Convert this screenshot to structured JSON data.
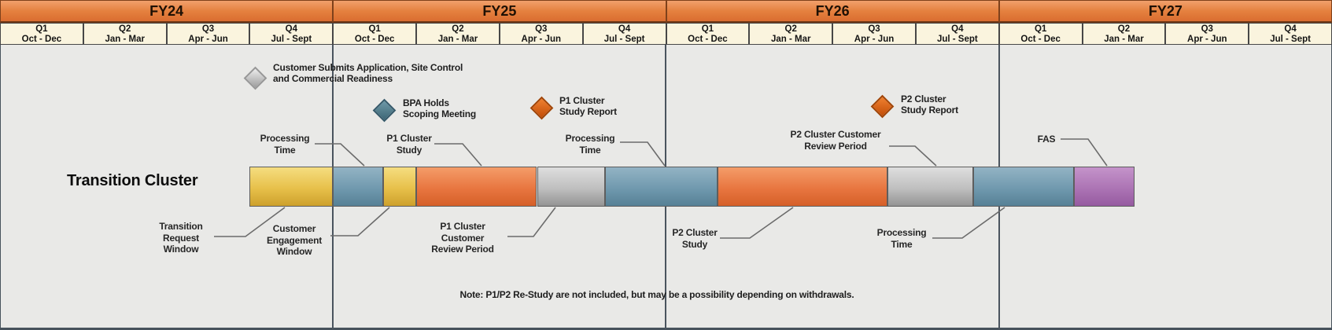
{
  "colors": {
    "header_fill": "#E5813F",
    "quarter_fill": "#FAF4DE",
    "background": "#E9E9E7",
    "divider": "#4A545E",
    "gold_segment": "#E7C04A",
    "blue_segment": "#7099AE",
    "orange_segment": "#E87640",
    "gray_segment": "#BFBFBF",
    "purple_segment": "#AC74B4"
  },
  "header": {
    "fiscal_years": [
      {
        "label": "FY24"
      },
      {
        "label": "FY25"
      },
      {
        "label": "FY26"
      },
      {
        "label": "FY27"
      }
    ],
    "quarters": [
      {
        "q": "Q1",
        "months": "Oct - Dec"
      },
      {
        "q": "Q2",
        "months": "Jan - Mar"
      },
      {
        "q": "Q3",
        "months": "Apr - Jun"
      },
      {
        "q": "Q4",
        "months": "Jul - Sept"
      },
      {
        "q": "Q1",
        "months": "Oct - Dec"
      },
      {
        "q": "Q2",
        "months": "Jan - Mar"
      },
      {
        "q": "Q3",
        "months": "Apr - Jun"
      },
      {
        "q": "Q4",
        "months": "Jul - Sept"
      },
      {
        "q": "Q1",
        "months": "Oct - Dec"
      },
      {
        "q": "Q2",
        "months": "Jan - Mar"
      },
      {
        "q": "Q3",
        "months": "Apr - Jun"
      },
      {
        "q": "Q4",
        "months": "Jul - Sept"
      },
      {
        "q": "Q1",
        "months": "Oct - Dec"
      },
      {
        "q": "Q2",
        "months": "Jan - Mar"
      },
      {
        "q": "Q3",
        "months": "Apr - Jun"
      },
      {
        "q": "Q4",
        "months": "Jul - Sept"
      }
    ]
  },
  "row": {
    "title": "Transition Cluster"
  },
  "milestones": [
    {
      "name": "customer-submits-application",
      "color": "#BFBFBF",
      "lines": [
        "Customer Submits Application, Site Control",
        "and Commercial Readiness"
      ]
    },
    {
      "name": "bpa-holds-scoping-meeting",
      "color": "#4E7A8C",
      "lines": [
        "BPA Holds",
        "Scoping Meeting"
      ]
    },
    {
      "name": "p1-cluster-study-report",
      "color": "#D96716",
      "lines": [
        "P1 Cluster",
        "Study Report"
      ]
    },
    {
      "name": "p2-cluster-study-report",
      "color": "#D96716",
      "lines": [
        "P2 Cluster",
        "Study Report"
      ]
    }
  ],
  "callouts": {
    "pt1": [
      "Processing",
      "Time"
    ],
    "p1_study": [
      "P1 Cluster",
      "Study"
    ],
    "pt2": [
      "Processing",
      "Time"
    ],
    "p2_review": [
      "P2 Cluster Customer",
      "Review Period"
    ],
    "fas": [
      "FAS"
    ],
    "trw": [
      "Transition",
      "Request",
      "Window"
    ],
    "cew": [
      "Customer",
      "Engagement",
      "Window"
    ],
    "p1_review": [
      "P1 Cluster",
      "Customer",
      "Review Period"
    ],
    "p2_study": [
      "P2 Cluster",
      "Study"
    ],
    "pt3": [
      "Processing",
      "Time"
    ]
  },
  "note": "Note: P1/P2 Re-Study are not included, but may be a possibility depending on withdrawals.",
  "chart_data": {
    "type": "bar",
    "subtype": "gantt-timeline",
    "title": "Transition Cluster",
    "row_label": "Transition Cluster",
    "x_axis": {
      "unit": "fiscal quarters",
      "fiscal_years": [
        "FY24",
        "FY25",
        "FY26",
        "FY27"
      ],
      "quarter_labels": [
        "Q1 Oct - Dec",
        "Q2 Jan - Mar",
        "Q3 Apr - Jun",
        "Q4 Jul - Sept"
      ],
      "range_quarters": [
        0,
        16
      ],
      "grid": "vertical dividers at fiscal-year boundaries"
    },
    "segments": [
      {
        "name": "transition-request-window",
        "label": "Transition Request Window",
        "css": "gold",
        "color": "#E7C04A",
        "start_q": 3.0,
        "end_q": 4.0
      },
      {
        "name": "processing-time-1",
        "label": "Processing Time",
        "css": "blue",
        "color": "#7099AE",
        "start_q": 4.0,
        "end_q": 4.6
      },
      {
        "name": "customer-engagement-window",
        "label": "Customer Engagement Window",
        "css": "gold",
        "color": "#E7C04A",
        "start_q": 4.6,
        "end_q": 5.0
      },
      {
        "name": "p1-cluster-study",
        "label": "P1 Cluster Study",
        "css": "orange",
        "color": "#E87640",
        "start_q": 5.0,
        "end_q": 6.45
      },
      {
        "name": "p1-cluster-customer-review-period",
        "label": "P1 Cluster Customer Review Period",
        "css": "gray",
        "color": "#BFBFBF",
        "start_q": 6.45,
        "end_q": 7.27
      },
      {
        "name": "processing-time-2",
        "label": "Processing Time",
        "css": "blue",
        "color": "#7099AE",
        "start_q": 7.27,
        "end_q": 8.62
      },
      {
        "name": "p2-cluster-study",
        "label": "P2 Cluster Study",
        "css": "orange",
        "color": "#E87640",
        "start_q": 8.62,
        "end_q": 10.66
      },
      {
        "name": "p2-cluster-customer-review-period",
        "label": "P2 Cluster Customer Review Period",
        "css": "gray",
        "color": "#BFBFBF",
        "start_q": 10.66,
        "end_q": 11.69
      },
      {
        "name": "processing-time-3",
        "label": "Processing Time",
        "css": "blue",
        "color": "#7099AE",
        "start_q": 11.69,
        "end_q": 12.9
      },
      {
        "name": "fas",
        "label": "FAS",
        "css": "purple",
        "color": "#AC74B4",
        "start_q": 12.9,
        "end_q": 13.63
      }
    ],
    "milestones": [
      {
        "label": "Customer Submits Application, Site Control and Commercial Readiness",
        "at_q": 3.07,
        "color": "#BFBFBF"
      },
      {
        "label": "BPA Holds Scoping Meeting",
        "at_q": 4.62,
        "color": "#4E7A8C"
      },
      {
        "label": "P1 Cluster Study Report",
        "at_q": 6.51,
        "color": "#D96716"
      },
      {
        "label": "P2 Cluster Study Report",
        "at_q": 10.61,
        "color": "#D96716"
      }
    ],
    "note": "Note: P1/P2 Re-Study are not included, but may be a possibility depending on withdrawals."
  }
}
